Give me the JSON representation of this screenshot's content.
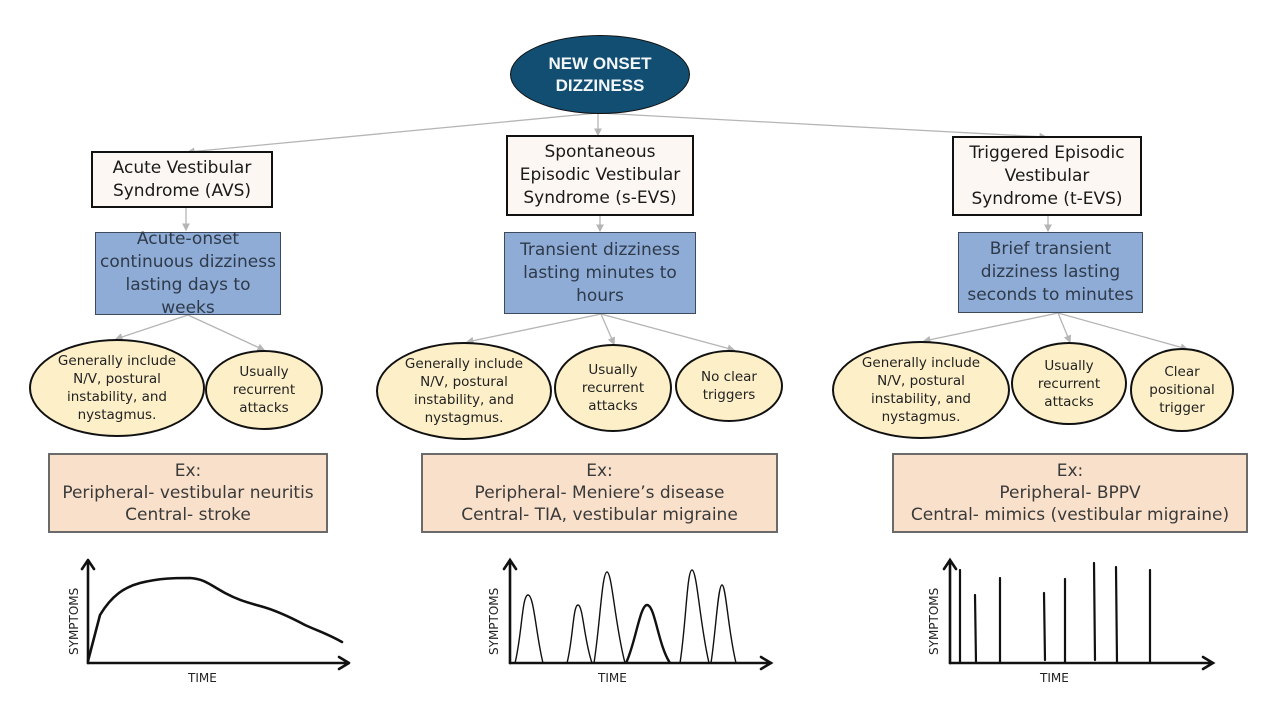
{
  "root": {
    "title_line1": "NEW ONSET",
    "title_line2": "DIZZINESS"
  },
  "columns": [
    {
      "id": "avs",
      "syndrome": "Acute Vestibular Syndrome (AVS)",
      "description": "Acute-onset continuous dizziness lasting days to weeks",
      "features": [
        "Generally include N/V, postural instability, and nystagmus.",
        "Usually recurrent attacks"
      ],
      "examples": {
        "heading": "Ex:",
        "peripheral": "Peripheral- vestibular neuritis",
        "central": "Central- stroke"
      },
      "graph": {
        "ylabel": "SYMPTOMS",
        "xlabel": "TIME",
        "pattern": "continuous"
      }
    },
    {
      "id": "s-evs",
      "syndrome": "Spontaneous Episodic Vestibular Syndrome (s-EVS)",
      "description": "Transient dizziness lasting minutes to hours",
      "features": [
        "Generally include N/V, postural instability, and nystagmus.",
        "Usually recurrent attacks",
        "No clear triggers"
      ],
      "examples": {
        "heading": "Ex:",
        "peripheral": "Peripheral- Meniere’s disease",
        "central": "Central- TIA, vestibular migraine"
      },
      "graph": {
        "ylabel": "SYMPTOMS",
        "xlabel": "TIME",
        "pattern": "episodic-peaks"
      }
    },
    {
      "id": "t-evs",
      "syndrome": "Triggered Episodic Vestibular Syndrome (t-EVS)",
      "description": "Brief transient dizziness lasting seconds to minutes",
      "features": [
        "Generally include N/V, postural instability, and nystagmus.",
        "Usually recurrent attacks",
        "Clear positional trigger"
      ],
      "examples": {
        "heading": "Ex:",
        "peripheral": "Peripheral- BPPV",
        "central": "Central- mimics (vestibular migraine)"
      },
      "graph": {
        "ylabel": "SYMPTOMS",
        "xlabel": "TIME",
        "pattern": "brief-spikes"
      }
    }
  ],
  "colors": {
    "root_fill": "#114e72",
    "syndrome_fill": "#fcf7f2",
    "description_fill": "#8eacd5",
    "feature_fill": "#fdf0c9",
    "example_fill": "#f9e0cb",
    "connector": "#b5b5b5"
  }
}
